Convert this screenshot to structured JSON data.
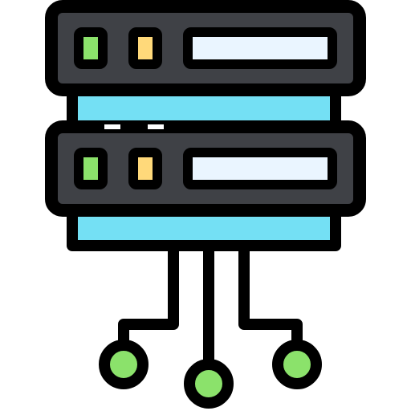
{
  "icon": {
    "name": "server-network-icon",
    "units": [
      {
        "name": "server-unit-top",
        "led_colors": [
          "#8be26b",
          "#ffd97a"
        ],
        "slot_color": "#eaf5ff"
      },
      {
        "name": "server-unit-bottom",
        "led_colors": [
          "#8be26b",
          "#ffd97a"
        ],
        "slot_color": "#eaf5ff"
      }
    ],
    "colors": {
      "outline": "#000000",
      "body": "#3f4146",
      "connector": "#74e0f4",
      "node": "#8be26b"
    },
    "network_nodes": 3
  }
}
